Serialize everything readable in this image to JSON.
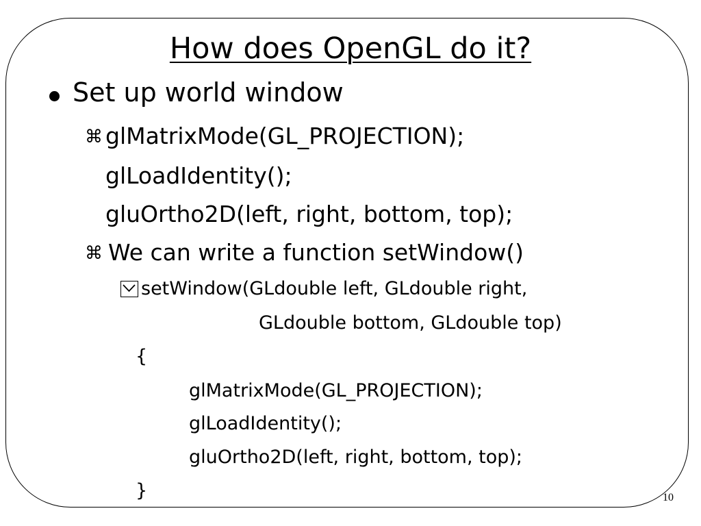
{
  "slide": {
    "title": "How does OpenGL do it?",
    "bullet": "Set up world window",
    "sub_marker": "⌘",
    "lines": [
      "glMatrixMode(GL_PROJECTION);",
      "glLoadIdentity();",
      "gluOrtho2D(left, right, bottom, top);",
      "We can write a function setWindow()",
      "setWindow(GLdouble left, GLdouble right,",
      "GLdouble bottom, GLdouble top)",
      "{",
      "glMatrixMode(GL_PROJECTION);",
      "glLoadIdentity();",
      "gluOrtho2D(left, right, bottom, top);",
      "}"
    ],
    "page_number": "10"
  },
  "icons": {
    "bullet": "filled-circle-bullet",
    "sub_bullet": "command-key-icon",
    "sub_sub_bullet": "boxed-y-icon"
  }
}
